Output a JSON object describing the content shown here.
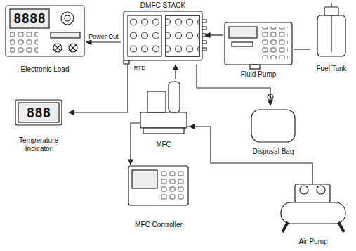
{
  "diagram": {
    "nodes": [
      {
        "text": [
          "DMFC STACK"
        ]
      },
      {
        "text": [
          "Electronic Load"
        ]
      },
      {
        "text": [
          "Fluid Pump"
        ]
      },
      {
        "text": [
          "Fuel Tank"
        ]
      },
      {
        "text": [
          "Temperature Indicator"
        ]
      },
      {
        "text": [
          "MFC"
        ]
      },
      {
        "text": [
          "Disposal Bag"
        ]
      },
      {
        "text": [
          "MFC Controller"
        ]
      },
      {
        "text": [
          "Air Pump"
        ]
      }
    ],
    "edges": [
      {
        "from": 0,
        "to": 1,
        "arrow": "to",
        "label": "Power Out"
      },
      {
        "from": 0,
        "to": 4,
        "arrow": "to"
      },
      {
        "from": 2,
        "to": 0,
        "arrow": "to"
      },
      {
        "from": 3,
        "to": 2,
        "arrow": "none"
      },
      {
        "from": 0,
        "to": 6,
        "arrow": "to"
      },
      {
        "from": 5,
        "to": 0,
        "arrow": "to"
      },
      {
        "from": 5,
        "to": 7,
        "arrow": "to"
      },
      {
        "from": 8,
        "to": 5,
        "arrow": "to"
      }
    ],
    "labels": [
      "8888",
      "888",
      "RTD"
    ]
  }
}
